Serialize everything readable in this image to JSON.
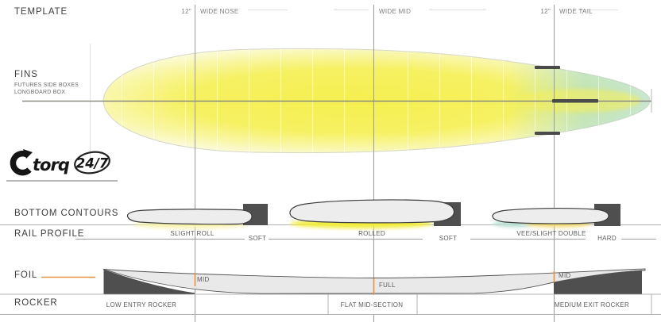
{
  "header": {
    "template_title": "TEMPLATE",
    "nose_offset": "12\"",
    "wide_nose": "WIDE NOSE",
    "wide_mid": "WIDE MID",
    "tail_offset": "12\"",
    "wide_tail": "WIDE TAIL"
  },
  "fins": {
    "title": "FINS",
    "box_line1": "FUTURES SIDE BOXES",
    "box_line2": "LONGBOARD BOX"
  },
  "brand": {
    "name": "torq",
    "model": "24/7"
  },
  "bottom_contours": {
    "title": "BOTTOM CONTOURS",
    "labels": [
      "SLIGHT ROLL",
      "ROLLED",
      "VEE/SLIGHT DOUBLE"
    ]
  },
  "rail_profile": {
    "title": "RAIL PROFILE",
    "labels": [
      "SOFT",
      "SOFT",
      "HARD"
    ]
  },
  "foil": {
    "title": "FOIL",
    "labels": [
      "MID",
      "FULL",
      "MID"
    ]
  },
  "rocker": {
    "title": "ROCKER",
    "labels": [
      "LOW ENTRY ROCKER",
      "FLAT MID-SECTION",
      "MEDIUM EXIT ROCKER"
    ]
  },
  "colors": {
    "accent_orange": "#E8923F",
    "board_yellow": "#F5EF58",
    "board_teal": "#A9DCCB",
    "dark_block": "#4F4F4F",
    "line_gray": "#9C9C9C"
  }
}
